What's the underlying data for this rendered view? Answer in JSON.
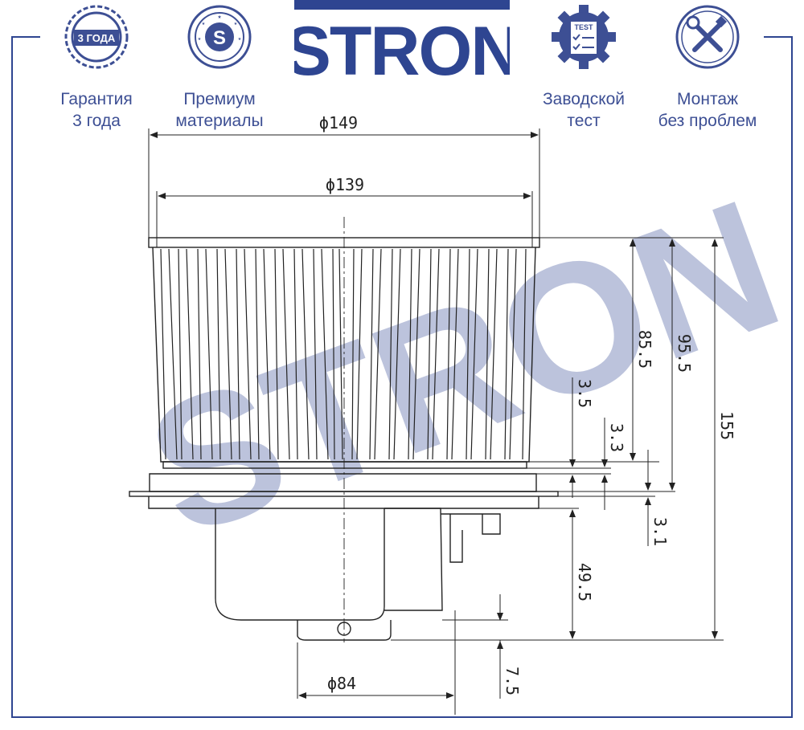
{
  "brand": {
    "name": "STRON",
    "color": "#2e4591",
    "watermark": "STRON"
  },
  "badges": [
    {
      "icon": "warranty-seal-icon",
      "icon_text": "3 ГОДА",
      "line1": "Гарантия",
      "line2": "3 года"
    },
    {
      "icon": "premium-s-icon",
      "icon_text": "S",
      "line1": "Премиум",
      "line2": "материалы"
    },
    {
      "icon": "factory-test-gear-icon",
      "icon_text": "TEST",
      "line1": "Заводской",
      "line2": "тест"
    },
    {
      "icon": "tools-wrench-screwdriver-icon",
      "line1": "Монтаж",
      "line2": "без проблем"
    }
  ],
  "dimensions": {
    "d149": "ϕ149",
    "d139": "ϕ139",
    "d84": "ϕ84",
    "h155": "155",
    "h95_5": "95.5",
    "h85_5": "85.5",
    "h49_5": "49.5",
    "h7_5": "7.5",
    "h3_5": "3.5",
    "h3_3": "3.3",
    "h3_1": "3.1"
  }
}
